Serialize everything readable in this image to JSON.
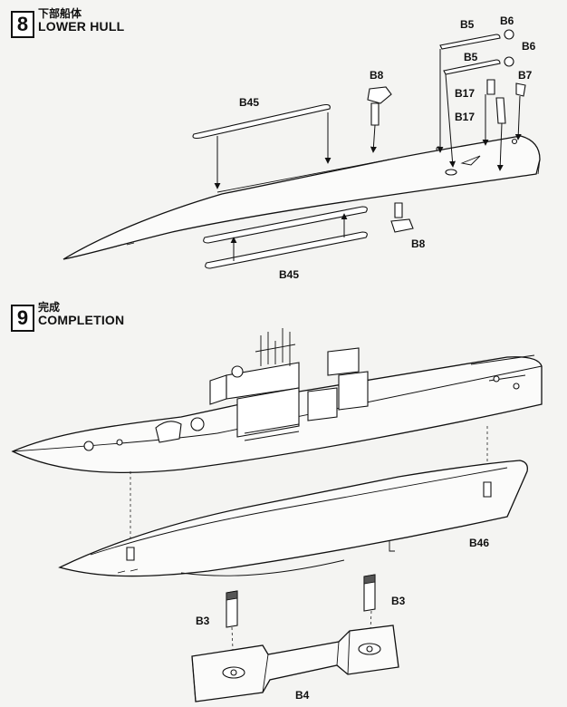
{
  "step8": {
    "number": "8",
    "title_jp": "下部船体",
    "title_en": "LOWER HULL",
    "labels": {
      "b5_top": "B5",
      "b6_top": "B6",
      "b6_mid": "B6",
      "b5_mid": "B5",
      "b8_top": "B8",
      "b7": "B7",
      "b17_top": "B17",
      "b17_mid": "B17",
      "b45_top": "B45",
      "b8_bottom": "B8",
      "b45_bottom": "B45"
    }
  },
  "step9": {
    "number": "9",
    "title_jp": "完成",
    "title_en": "COMPLETION",
    "labels": {
      "b46": "B46",
      "b3_left": "B3",
      "b3_right": "B3",
      "b4": "B4"
    }
  }
}
